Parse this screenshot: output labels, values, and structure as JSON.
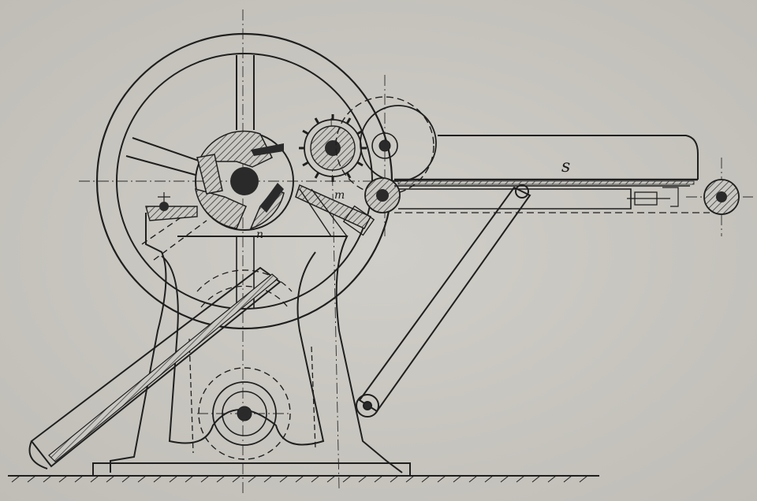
{
  "labels": {
    "slide": "s",
    "lever": "m",
    "knife": "n"
  },
  "colors": {
    "paper": "#c9c7c1",
    "ink": "#1f1f1f",
    "hatch": "#3a3a3a"
  }
}
